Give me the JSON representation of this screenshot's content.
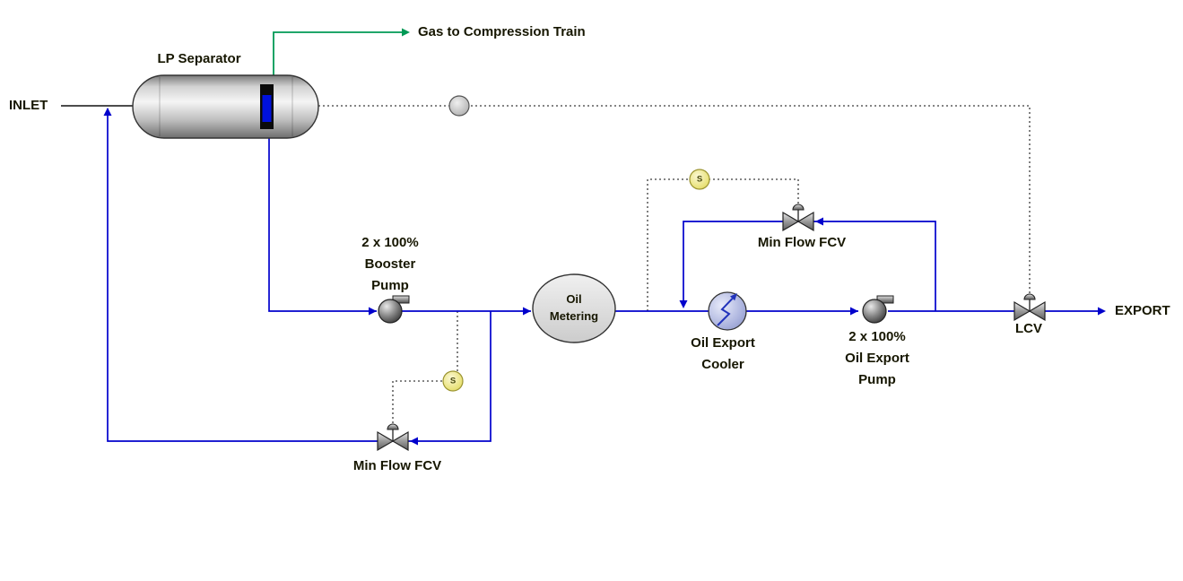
{
  "diagram": {
    "type": "process-flow-diagram",
    "io": {
      "inlet": "INLET",
      "export": "EXPORT"
    },
    "streams": {
      "gas": "Gas to Compression Train"
    },
    "equipment": {
      "separator": "LP Separator",
      "booster_pump": "2 x 100%\nBooster\nPump",
      "oil_metering": "Oil\nMetering",
      "oil_export_cooler": "Oil Export\nCooler",
      "oil_export_pump": "2 x 100%\nOil Export\nPump"
    },
    "valves": {
      "min_flow_fcv_booster": "Min Flow FCV",
      "min_flow_fcv_export": "Min Flow FCV",
      "lcv": "LCV"
    },
    "instruments": {
      "s_top": "S",
      "s_bottom": "S"
    },
    "colors": {
      "process_line": "#0000cc",
      "gas_line": "#009955",
      "signal_line": "#3c3c3c",
      "instrument_fill": "#e9e27b",
      "vessel_fill": "#c7c7c7"
    }
  }
}
